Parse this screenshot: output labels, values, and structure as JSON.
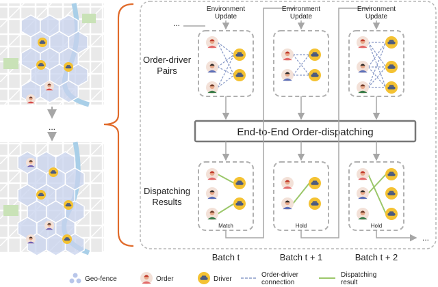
{
  "stages": {
    "top_label": "Environment\nUpdate",
    "pairs_label": "Order-driver\nPairs",
    "results_label": "Dispatching\nResults",
    "core": "End-to-End Order-dispatching",
    "ellipsis": "..."
  },
  "batches": [
    {
      "label": "Batch t",
      "result": "Match"
    },
    {
      "label": "Batch t + 1",
      "result": "Hold"
    },
    {
      "label": "Batch t + 2",
      "result": "Hold"
    }
  ],
  "legend": [
    {
      "icon": "geo-fence-icon",
      "label": "Geo-fence"
    },
    {
      "icon": "order-icon",
      "label": "Order"
    },
    {
      "icon": "driver-icon",
      "label": "Driver"
    },
    {
      "icon": "dashed-line-icon",
      "label": "Order-driver\nconnection"
    },
    {
      "icon": "solid-line-icon",
      "label": "Dispatching\nresult"
    }
  ],
  "colors": {
    "brace": "#e06a2a",
    "frame": "#999999",
    "dashed_link": "#8a9bc8",
    "dispatch_link": "#9bc76a",
    "driver": "#f4c233",
    "order_skin": "#e8a98a",
    "hex_fill": "#c8d3ee"
  }
}
